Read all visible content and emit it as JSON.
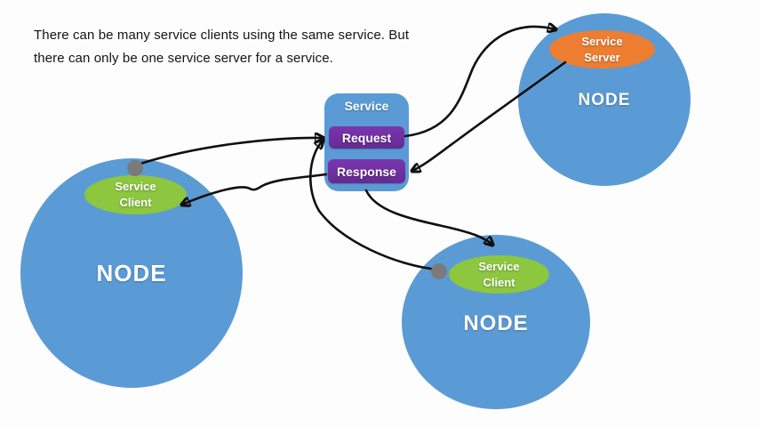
{
  "caption": {
    "line1": "There can be many service clients using the same service. But",
    "line2": "there can only be one service server for a service."
  },
  "service": {
    "title": "Service",
    "request": "Request",
    "response": "Response"
  },
  "nodes": {
    "left": {
      "label": "NODE",
      "badge": {
        "line1": "Service",
        "line2": "Client"
      }
    },
    "right": {
      "label": "NODE",
      "badge": {
        "line1": "Service",
        "line2": "Server"
      }
    },
    "bottom": {
      "label": "NODE",
      "badge": {
        "line1": "Service",
        "line2": "Client"
      }
    }
  },
  "icons": {
    "connector_dot": "connection-point",
    "arrowhead": "solid-black-triangle"
  },
  "colors": {
    "node_blue": "#5B9BD5",
    "client_green": "#8DC63F",
    "server_orange": "#ED7D31",
    "message_purple": "#7030A0",
    "connector_gray": "#7A7A7A",
    "arrow_black": "#0F0F0F",
    "background": "#FDFDFD",
    "label_text": "#FFFFFF",
    "caption_text": "#141414"
  }
}
